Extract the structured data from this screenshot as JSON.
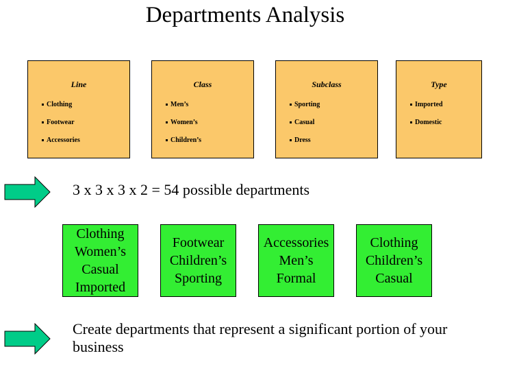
{
  "title": "Departments Analysis",
  "attributes": [
    {
      "heading": "Line",
      "items": [
        "Clothing",
        "Footwear",
        "Accessories"
      ]
    },
    {
      "heading": "Class",
      "items": [
        "Men’s",
        "Women’s",
        "Children’s"
      ]
    },
    {
      "heading": "Subclass",
      "items": [
        "Sporting",
        "Casual",
        "Dress"
      ]
    },
    {
      "heading": "Type",
      "items": [
        "Imported",
        "Domestic"
      ]
    }
  ],
  "combinations_text": "3 x 3 x 3 x 2 = 54 possible departments",
  "departments": [
    [
      "Clothing",
      "Women’s",
      "Casual",
      "Imported"
    ],
    [
      "Footwear",
      "Children’s",
      "Sporting"
    ],
    [
      "Accessories",
      "Men’s",
      "Formal"
    ],
    [
      "Clothing",
      "Children’s",
      "Casual"
    ]
  ],
  "conclusion_text": "Create departments that represent a significant portion of your business",
  "colors": {
    "card_fill": "#fbc86a",
    "department_fill": "#33ee33",
    "arrow_fill": "#00cc88"
  }
}
